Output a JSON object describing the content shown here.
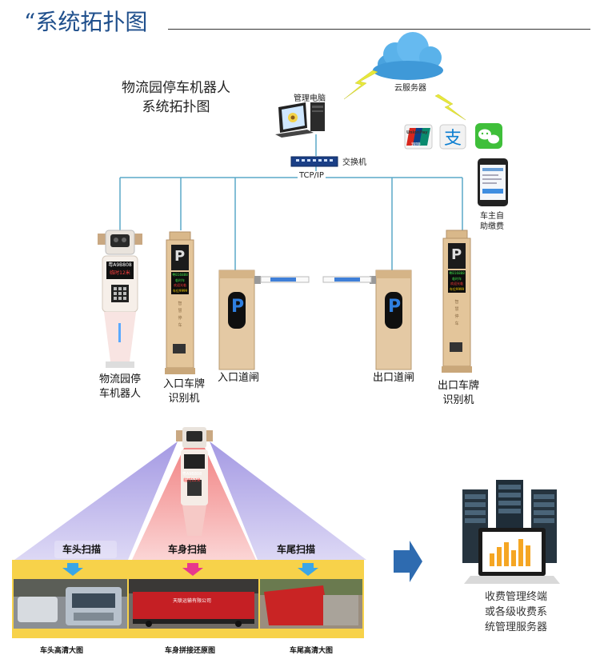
{
  "header": {
    "title": "“系统拓扑图"
  },
  "system_title": {
    "line1": "物流园停车机器人",
    "line2": "系统拓扑图"
  },
  "network": {
    "cloud_label": "云服务器",
    "pc_label": "管理电脑",
    "switch_label": "交换机",
    "bus_label": "TCP/IP",
    "mobile_label": [
      "车主自",
      "助缴费"
    ],
    "unionpay_text": [
      "UnionPay",
      "银联"
    ],
    "alipay_glyph": "支"
  },
  "devices": {
    "robot_label": [
      "物流园停",
      "车机器人"
    ],
    "entry_lpr_label": [
      "入口车牌",
      "识别机"
    ],
    "entry_gate_label": "入口道闸",
    "exit_gate_label": "出口道闸",
    "exit_lpr_label": [
      "出口车牌",
      "识别机"
    ],
    "parking_glyph": "P",
    "screen_lines": [
      "粤B16888",
      "临时车",
      "欢迎光临",
      "车位9999"
    ],
    "robot_screen": [
      "粤A9B808",
      "临时12米"
    ],
    "pillar_text": [
      "智",
      "慧",
      "停",
      "车"
    ]
  },
  "scan": {
    "head_label": "车头扫描",
    "body_label": "车身扫描",
    "tail_label": "车尾扫描",
    "head_caption": "车头高清大图",
    "body_caption": "车身拼接还原图",
    "tail_caption": "车尾高清大图",
    "banner_text": "天联运输有限公司"
  },
  "terminal": {
    "label": [
      "收费管理终端",
      "或各级收费系",
      "统管理服务器"
    ]
  },
  "colors": {
    "accent": "#1f4f8c",
    "line": "#5aa9c9",
    "gold": "#d9b88a",
    "bolt": "#e8e83a",
    "arrow": "#2e6bb0"
  }
}
